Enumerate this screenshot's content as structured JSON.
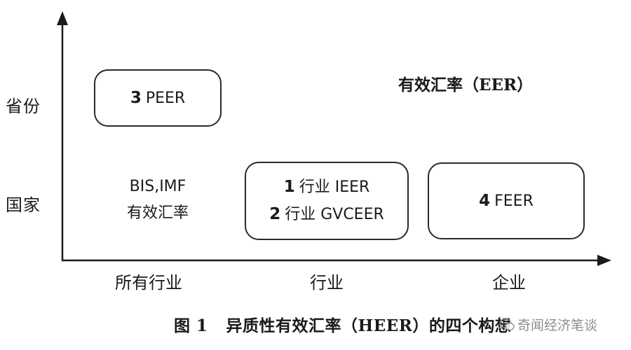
{
  "diagram": {
    "y_axis": {
      "labels": [
        "省份",
        "国家"
      ]
    },
    "x_axis": {
      "labels": [
        "所有行业",
        "行业",
        "企业"
      ]
    },
    "corner_title": "有效汇率（EER）",
    "cells": {
      "peer": {
        "number": "3",
        "text": "PEER"
      },
      "bis_imf": {
        "line1": "BIS,IMF",
        "line2": "有效汇率"
      },
      "industry": [
        {
          "number": "1",
          "text": "行业 IEER"
        },
        {
          "number": "2",
          "text": "行业 GVCEER"
        }
      ],
      "feer": {
        "number": "4",
        "text": "FEER"
      }
    },
    "caption": {
      "figure_no": "图 1",
      "text": "异质性有效汇率（HEER）的四个构想"
    },
    "watermark": "奇闻经济笔谈"
  }
}
